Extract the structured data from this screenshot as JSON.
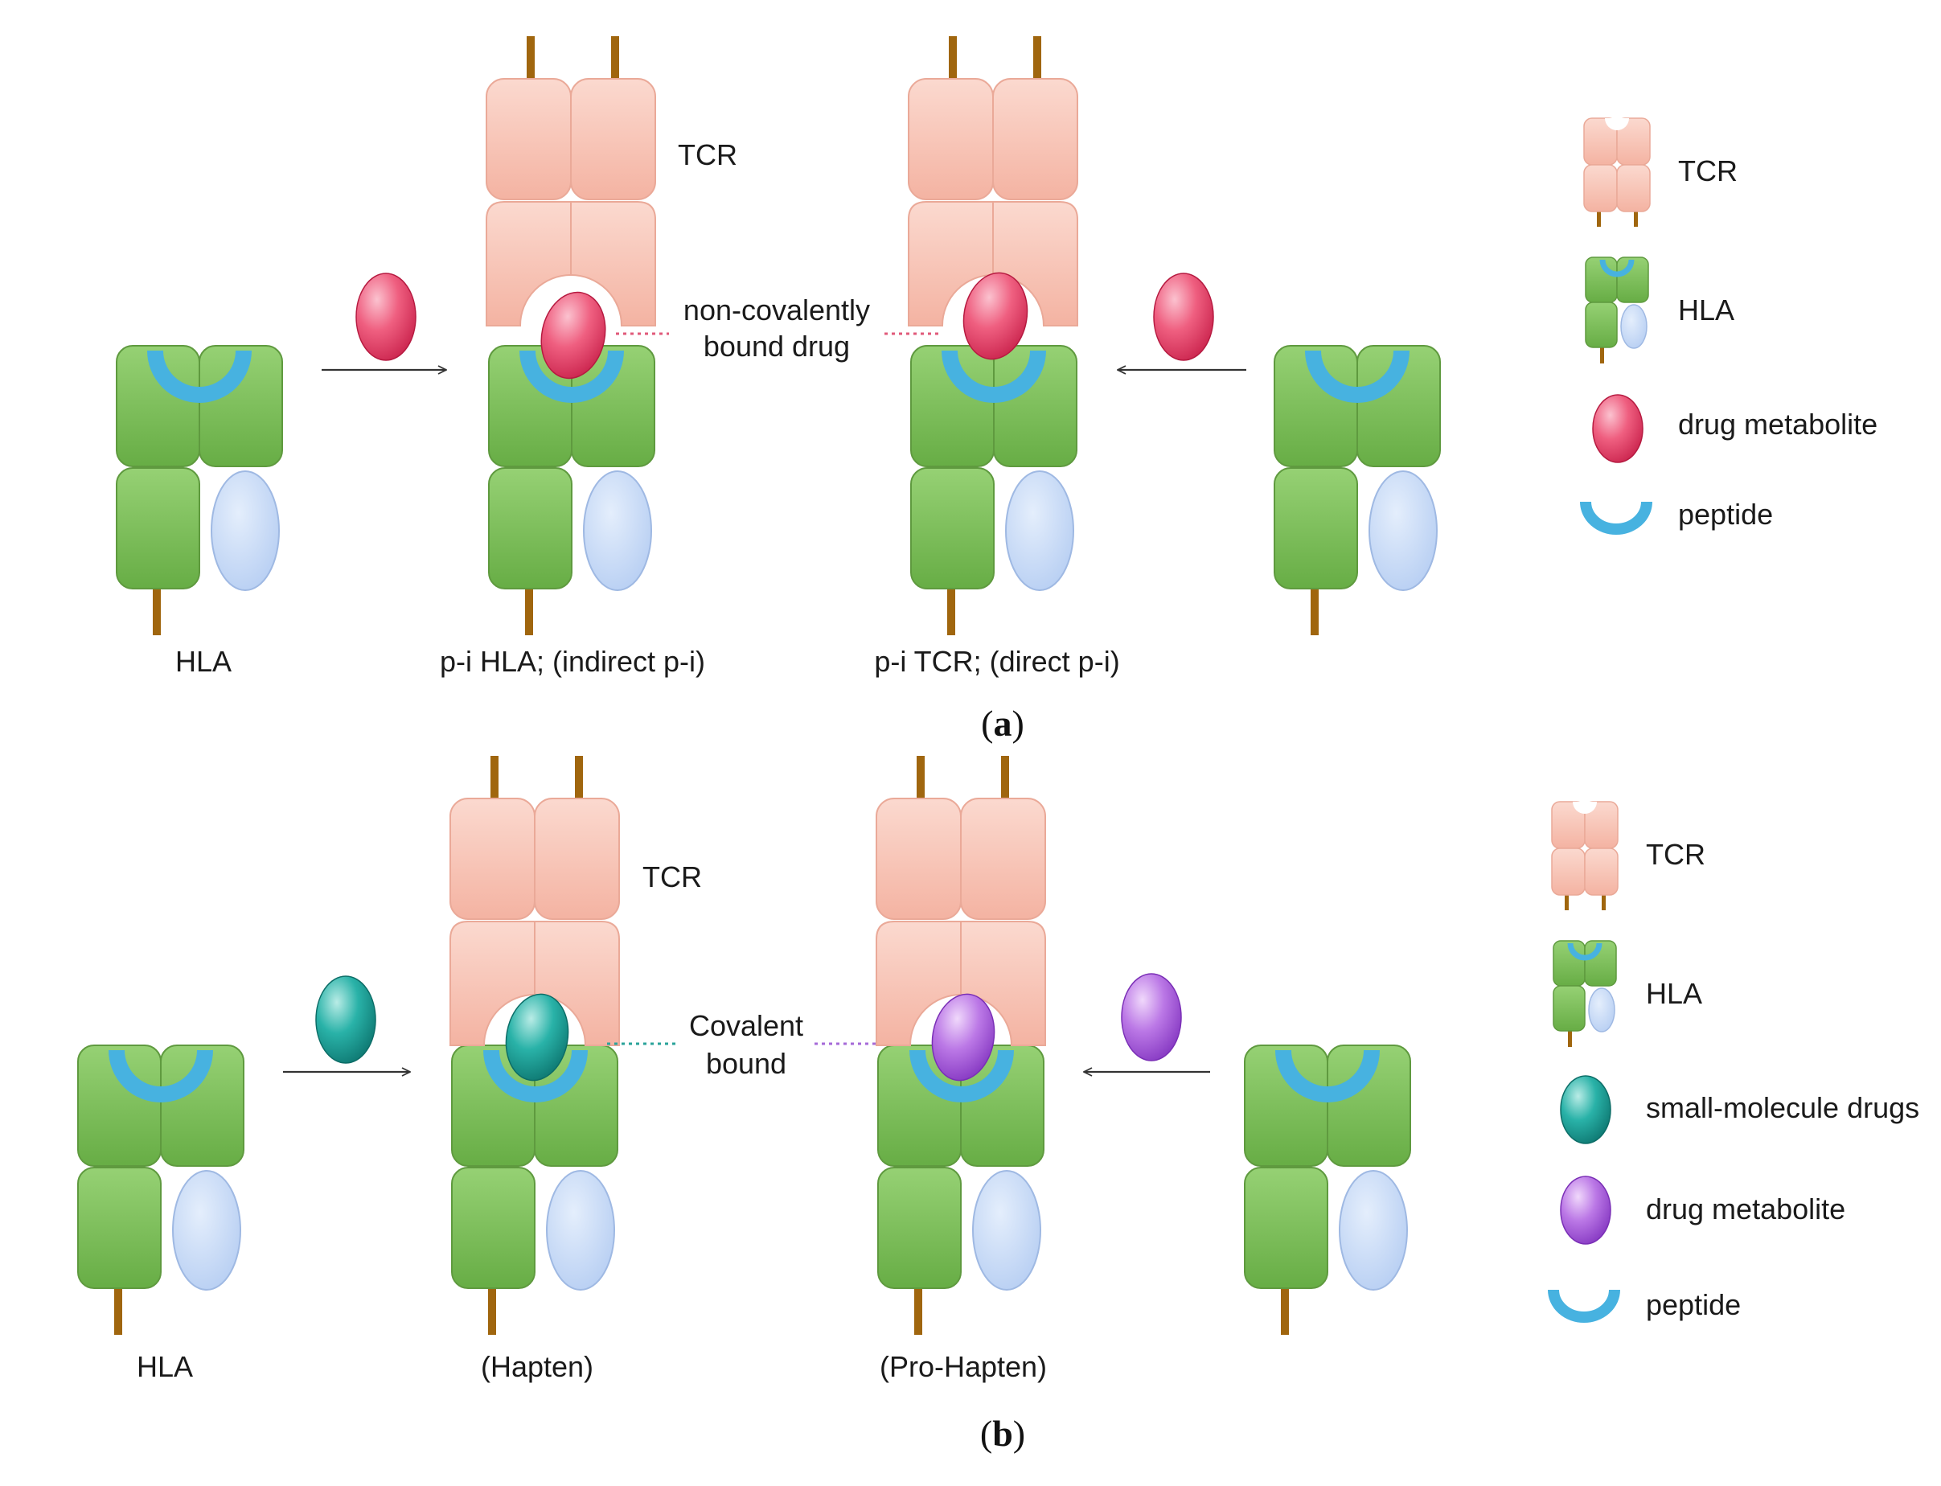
{
  "panel_a": {
    "letter": "a",
    "hla_label": "HLA",
    "indirect_label": "p-i HLA; (indirect p-i)",
    "direct_label": "p-i TCR; (direct p-i)",
    "tcr_label": "TCR",
    "bond_line1": "non-covalently",
    "bond_line2": "bound drug",
    "legend": {
      "tcr": "TCR",
      "hla": "HLA",
      "drug": "drug metabolite",
      "peptide": "peptide"
    }
  },
  "panel_b": {
    "letter": "b",
    "hla_label": "HLA",
    "hapten_label": "(Hapten)",
    "prohapten_label": "(Pro-Hapten)",
    "tcr_label": "TCR",
    "bond_line1": "Covalent",
    "bond_line2": "bound",
    "legend": {
      "tcr": "TCR",
      "hla": "HLA",
      "small": "small-molecule drugs",
      "drug": "drug metabolite",
      "peptide": "peptide"
    }
  },
  "colors": {
    "hla_green": "#7fc25e",
    "hla_stroke": "#5f9a3f",
    "beta2m_blue": "#c9dcf7",
    "tcr_pink": "#f9c9bb",
    "stalk_brown": "#a0660e",
    "peptide_blue": "#47b2e0",
    "drug_red": "#ea4a6e",
    "drug_teal": "#1e9f97",
    "drug_purple": "#b26ae0"
  }
}
